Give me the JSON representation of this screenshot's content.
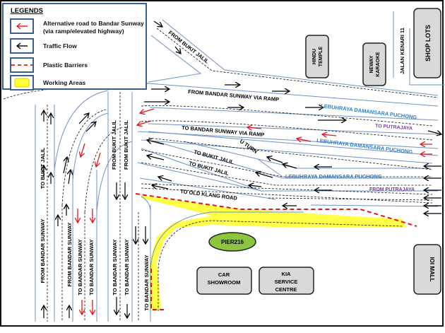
{
  "legend": {
    "title": "LEGENDS",
    "items": [
      {
        "icon": "red-arrow-left-icon",
        "label_line1": "Alternative road to Bandar Sunway",
        "label_line2": "(via ramp/elevated highway)",
        "color": "#e8141b"
      },
      {
        "icon": "black-arrow-left-icon",
        "label_line1": "Traffic Flow",
        "color": "#000000"
      },
      {
        "icon": "red-dashed-line-icon",
        "label_line1": "Plastic Barriers",
        "color": "#e8141b"
      },
      {
        "icon": "yellow-box-icon",
        "label_line1": "Working Areas",
        "color": "#ffff33"
      }
    ]
  },
  "roads": {
    "from_bukit_jalil_top": "FROM BUKIT JALIL",
    "from_bandar_sunway_via_ramp": "FROM BANDAR SUNWAY VIA RAMP",
    "to_bandar_sunway_via_ramp": "TO BANDAR SUNWAY VIA RAMP",
    "u_turn": "U TURN",
    "to_bukit_jalil_1": "TO BUKIT JALIL",
    "to_bukit_jalil_2": "TO BUKIT JALIL",
    "to_old_klang_road": "TO OLD KLANG ROAD",
    "ldp_1": "LEBUHRAYA DAMANSARA PUCHONG",
    "ldp_2": "LEBUHRAYA DAMANSARA PUCHONG",
    "ldp_3": "LEBUHRAYA DAMANSARA PUCHONG",
    "to_putrajaya": "TO PUTRAJAYA",
    "from_putrajaya": "FROM PUTRAJAYA",
    "jalan_kenari": "JALAN KENARI 11",
    "to_bukit_jalil_vertical": "TO BUKIT JALIL",
    "from_bukit_jalil_v1": "FROM BUKIT JALIL",
    "from_bukit_jalil_v2": "FROM BUKIT JALIL",
    "from_bandar_sunway_v1": "FROM BANDAR SUNWAY",
    "from_bandar_sunway_v2": "FROM BANDAR SUNWAY",
    "to_bandar_sunway_v1": "TO BANDAR SUNWAY",
    "to_bandar_sunway_v2": "TO BANDAR SUNWAY",
    "to_bandar_sunway_v3": "TO BANDAR SUNWAY",
    "to_bandar_sunway_v4": "TO BANDAR SUNWAY",
    "to_bandar_sunway_v5": "TO BANDAR SUNWAY"
  },
  "landmarks": {
    "hindu_temple_1": "HINDU",
    "hindu_temple_2": "TEMPLE",
    "neway_1": "NEWAY",
    "neway_2": "KARAOKE",
    "shop_lots": "SHOP LOTS",
    "ioi_mall": "IOI MALL",
    "pier": "PIER216",
    "car_showroom_1": "CAR",
    "car_showroom_2": "SHOWROOM",
    "kia_1": "KIA",
    "kia_2": "SERVICE",
    "kia_3": "CENTRE"
  },
  "colors": {
    "road_edge": "#6f93c6",
    "alt_route": "#e8141b",
    "ldp_text": "#2e7fc4",
    "putrajaya_text": "#7a3a9e",
    "working_area": "#ffff33",
    "pier": "#8cc63f",
    "building": "#d9d9d9"
  }
}
